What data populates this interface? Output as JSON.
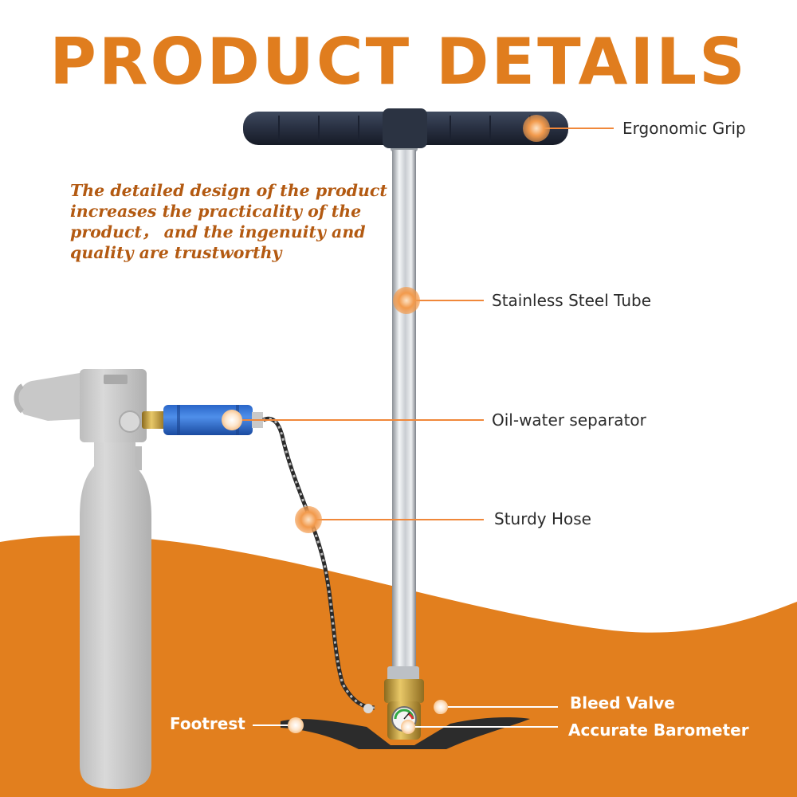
{
  "title": "PRODUCT DETAILS",
  "description": "The detailed design of the product increases the practicality of the product，  and the ingenuity and quality are trustworthy",
  "callouts": {
    "grip": "Ergonomic Grip",
    "tube": "Stainless Steel Tube",
    "separator": "Oil-water separator",
    "hose": "Sturdy Hose",
    "bleed": "Bleed Valve",
    "footrest": "Footrest",
    "barometer": "Accurate Barometer"
  },
  "colors": {
    "accent": "#e07d1e",
    "description_text": "#b35a12",
    "label_text": "#2b2b2b",
    "marker": "#f0883a"
  }
}
